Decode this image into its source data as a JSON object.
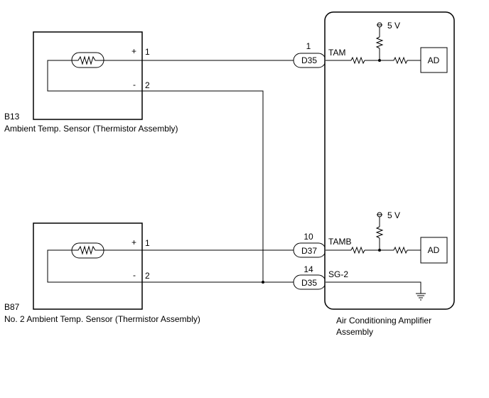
{
  "sensor1": {
    "code": "B13",
    "name": "Ambient Temp. Sensor (Thermistor Assembly)",
    "pin_plus_sign": "+",
    "pin_plus_num": "1",
    "pin_minus_sign": "-",
    "pin_minus_num": "2"
  },
  "sensor2": {
    "code": "B87",
    "name": "No. 2 Ambient Temp. Sensor (Thermistor Assembly)",
    "pin_plus_sign": "+",
    "pin_plus_num": "1",
    "pin_minus_sign": "-",
    "pin_minus_num": "2"
  },
  "amplifier": {
    "name_line1": "Air Conditioning Amplifier",
    "name_line2": "Assembly",
    "supply_top": "5 V",
    "supply_bottom": "5 V",
    "ad_top": "AD",
    "ad_bottom": "AD"
  },
  "connectors": {
    "c1": {
      "pin": "1",
      "code": "D35",
      "signal": "TAM"
    },
    "c2": {
      "pin": "10",
      "code": "D37",
      "signal": "TAMB"
    },
    "c3": {
      "pin": "14",
      "code": "D35",
      "signal": "SG-2"
    }
  }
}
